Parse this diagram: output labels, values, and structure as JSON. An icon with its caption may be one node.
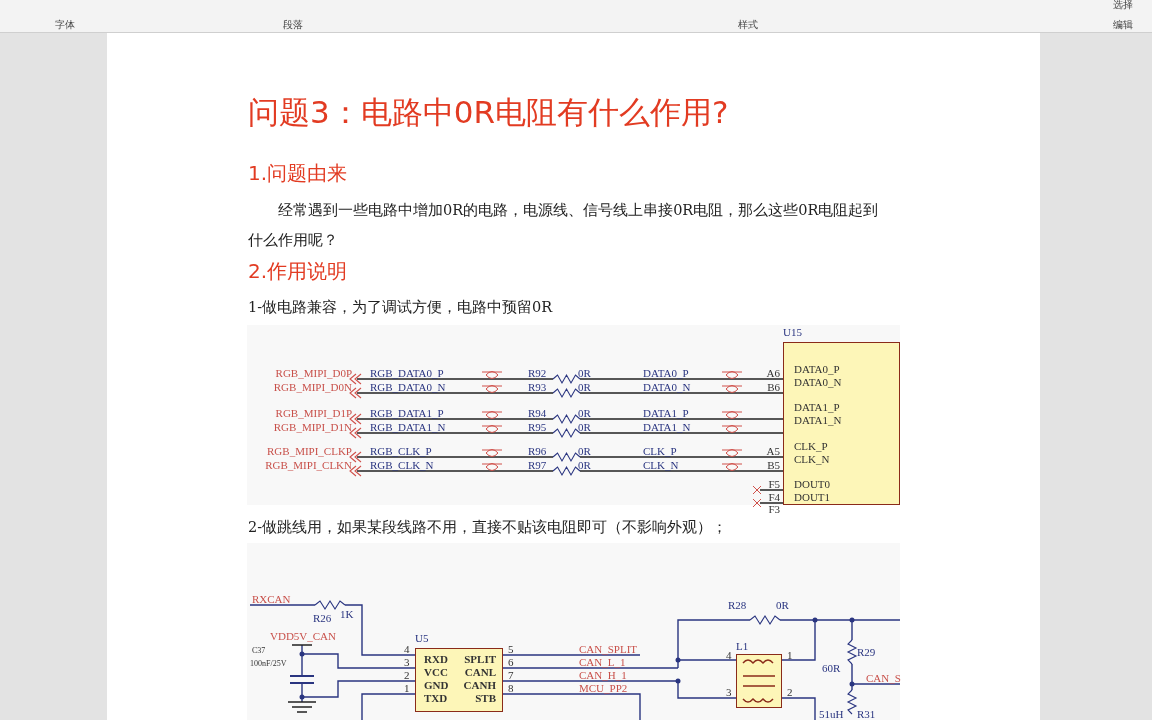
{
  "diagram": {
    "title": "问题3：电路中0R电阻有什么作用?",
    "nodes": [
      {
        "text": [
          "U15",
          "DATA0_P",
          "DATA0_N",
          "DATA1_P",
          "DATA1_N",
          "CLK_P",
          "CLK_N",
          "DOUT0",
          "DOUT1"
        ]
      },
      {
        "text": [
          "U5",
          "RXD",
          "VCC",
          "GND",
          "TXD",
          "SPLIT",
          "CANL",
          "CANH",
          "STB"
        ]
      },
      {
        "text": [
          "L1"
        ]
      }
    ],
    "labels": [
      "字体",
      "段落",
      "样式",
      "编辑",
      "选择",
      "1.问题由来",
      "经常遇到一些电路中增加0R的电路，电源线、信号线上串接0R电阻，那么这些0R电阻起到什么作用呢？",
      "2.作用说明",
      "1-做电路兼容，为了调试方便，电路中预留0R",
      "RGB_MIPI_D0P",
      "RGB_DATA0_P",
      "R92",
      "0R",
      "DATA0_P",
      "A6",
      "RGB_MIPI_D0N",
      "RGB_DATA0_N",
      "R93",
      "0R",
      "DATA0_N",
      "B6",
      "RGB_MIPI_D1P",
      "RGB_DATA1_P",
      "R94",
      "0R",
      "DATA1_P",
      "RGB_MIPI_D1N",
      "RGB_DATA1_N",
      "R95",
      "0R",
      "DATA1_N",
      "RGB_MIPI_CLKP",
      "RGB_CLK_P",
      "R96",
      "0R",
      "CLK_P",
      "A5",
      "RGB_MIPI_CLKN",
      "RGB_CLK_N",
      "R97",
      "0R",
      "CLK_N",
      "B5",
      "F5",
      "F4",
      "F3",
      "2-做跳线用，如果某段线路不用，直接不贴该电阻即可（不影响外观）；",
      "RXCAN",
      "R26",
      "1K",
      "VDD5V_CAN",
      "C37",
      "100nF/25V",
      "4",
      "3",
      "2",
      "1",
      "5",
      "6",
      "7",
      "8",
      "CAN_SPLIT",
      "CAN_L_1",
      "CAN_H_1",
      "MCU_PP2",
      "R28",
      "0R",
      "4",
      "1",
      "3",
      "2",
      "60R",
      "R29",
      "CAN_S",
      "51uH",
      "R31"
    ]
  }
}
